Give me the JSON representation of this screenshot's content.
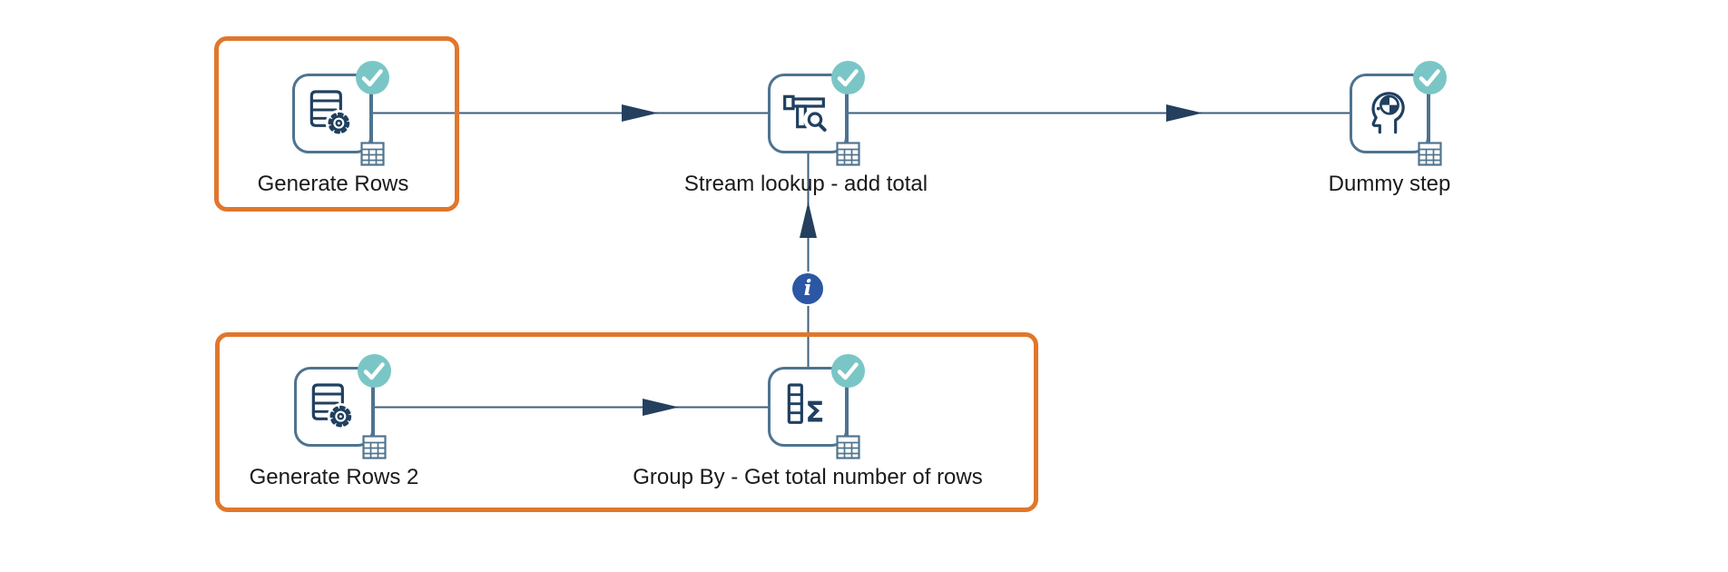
{
  "app": {
    "name": "transformation-canvas"
  },
  "colors": {
    "background": "#ffffff",
    "selection_orange": "#e0772c",
    "node_border": "#4e7390",
    "icon_navy": "#20405f",
    "hop_line": "#3d5e7c",
    "arrow_fill": "#24405e",
    "check_teal": "#7ac6c6",
    "info_blue": "#2b57a4",
    "label_text": "#1a1a1a"
  },
  "nodes": [
    {
      "id": "generate-rows",
      "label": "Generate Rows",
      "icon": "generate-rows-icon",
      "status": "success"
    },
    {
      "id": "stream-lookup",
      "label": "Stream lookup - add total",
      "icon": "stream-lookup-icon",
      "status": "success"
    },
    {
      "id": "dummy-step",
      "label": "Dummy step",
      "icon": "dummy-step-icon",
      "status": "success"
    },
    {
      "id": "generate-rows-2",
      "label": "Generate Rows 2",
      "icon": "generate-rows-icon",
      "status": "success"
    },
    {
      "id": "group-by",
      "label": "Group By - Get total number of rows",
      "icon": "group-by-icon",
      "status": "success"
    }
  ],
  "hops": [
    {
      "from": "Generate Rows",
      "to": "Stream lookup - add total",
      "type": "data"
    },
    {
      "from": "Stream lookup - add total",
      "to": "Dummy step",
      "type": "data"
    },
    {
      "from": "Generate Rows 2",
      "to": "Group By - Get total number of rows",
      "type": "data"
    },
    {
      "from": "Group By - Get total number of rows",
      "to": "Stream lookup - add total",
      "type": "info-stream"
    }
  ],
  "glyphs": {
    "sigma": "Σ",
    "info": "i"
  },
  "selection_boxes": [
    {
      "highlighted_steps": [
        "Generate Rows"
      ]
    },
    {
      "highlighted_steps": [
        "Generate Rows 2",
        "Group By - Get total number of rows"
      ]
    }
  ]
}
